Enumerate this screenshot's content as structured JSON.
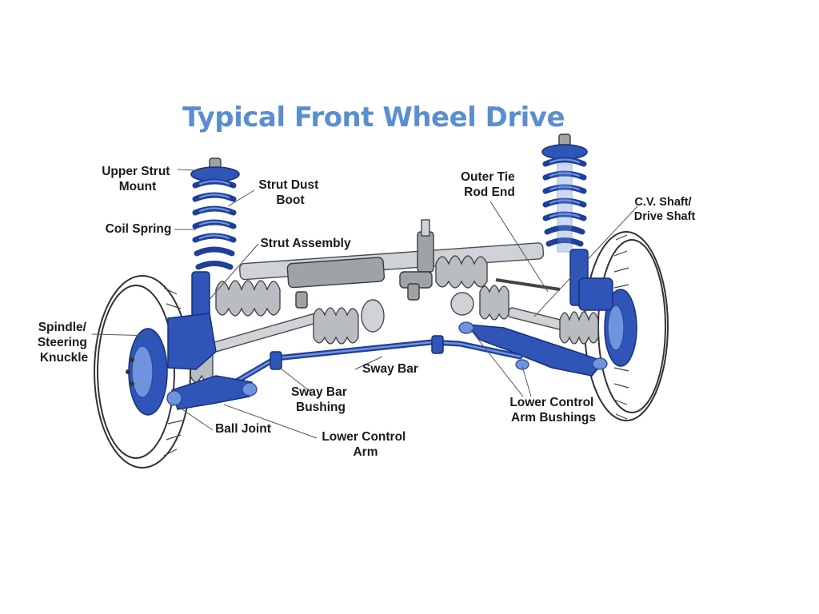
{
  "title": "Typical Front Wheel Drive",
  "labels": {
    "upper_strut_mount": [
      "Upper Strut",
      "Mount"
    ],
    "strut_dust_boot": [
      "Strut Dust",
      "Boot"
    ],
    "coil_spring": [
      "Coil Spring"
    ],
    "strut_assembly": [
      "Strut Assembly"
    ],
    "spindle_steering_knuckle": [
      "Spindle/",
      "Steering",
      "Knuckle"
    ],
    "outer_tie_rod_end": [
      "Outer Tie",
      "Rod End"
    ],
    "cv_shaft": [
      "C.V. Shaft/",
      "Drive Shaft"
    ],
    "sway_bar": [
      "Sway Bar"
    ],
    "sway_bar_bushing": [
      "Sway Bar",
      "Bushing"
    ],
    "ball_joint": [
      "Ball Joint"
    ],
    "lower_control_arm": [
      "Lower Control",
      "Arm"
    ],
    "lower_control_arm_bushings": [
      "Lower Control",
      "Arm Bushings"
    ]
  },
  "colors": {
    "title": "#5a8fcf",
    "component_blue": "#2f55b8",
    "component_light_blue": "#6f93dc",
    "metal_grey": "#cfd2d6"
  }
}
